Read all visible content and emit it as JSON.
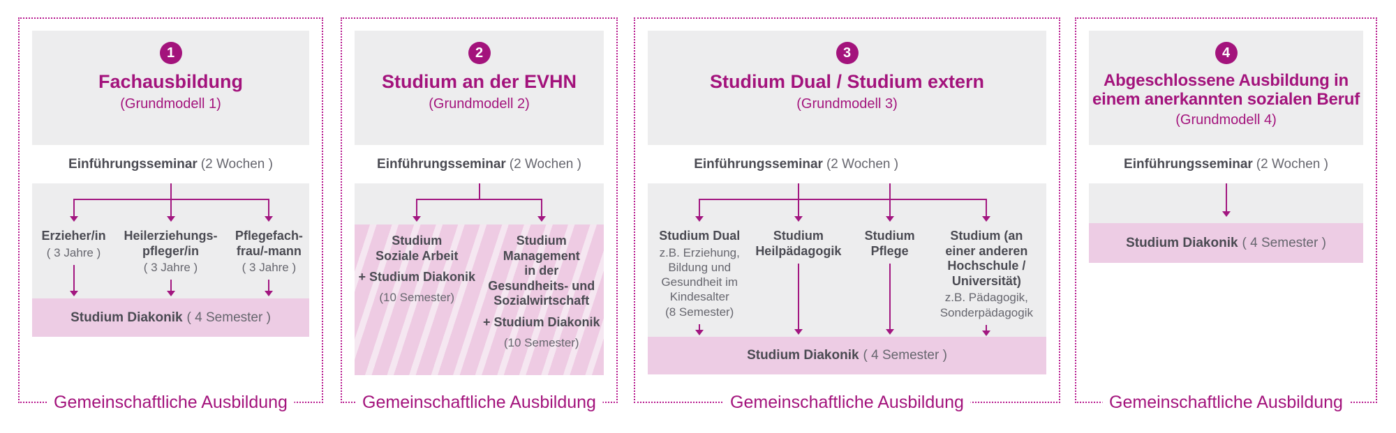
{
  "colors": {
    "accent": "#a3137c",
    "connector_line": "#a21680",
    "dotted_border": "#b6158c",
    "box_gray": "#ededee",
    "box_pink": "#edcce4",
    "stripe_dark": "#eecbe3",
    "stripe_light": "#f5e7f1",
    "text_dark": "#4a4a52",
    "text_muted": "#66666e"
  },
  "footer_label": "Gemeinschaftliche Ausbildung",
  "seminar": {
    "label": "Einführungsseminar",
    "note": "(2 Wochen )"
  },
  "panels": [
    {
      "number": "1",
      "title": "Fachausbildung",
      "subtitle": "(Grundmodell 1)",
      "branches": [
        {
          "name": "Erzieher/in",
          "note": "( 3 Jahre )"
        },
        {
          "name": "Heilerziehungs-\npfleger/in",
          "note": "( 3 Jahre )"
        },
        {
          "name": "Pflegefach-\nfrau/-mann",
          "note": "( 3 Jahre )"
        }
      ],
      "result": {
        "name": "Studium Diakonik",
        "note": "( 4 Semester )"
      }
    },
    {
      "number": "2",
      "title": "Studium an der EVHN",
      "subtitle": "(Grundmodell 2)",
      "columns": [
        {
          "program": "Studium\nSoziale Arbeit",
          "plus": "+ Studium Diakonik",
          "note": "(10 Semester)"
        },
        {
          "program": "Studium\nManagement\nin der\nGesundheits- und\nSozialwirtschaft",
          "plus": "+ Studium Diakonik",
          "note": "(10 Semester)"
        }
      ]
    },
    {
      "number": "3",
      "title": "Studium Dual / Studium extern",
      "subtitle": "(Grundmodell 3)",
      "branches": [
        {
          "name": "Studium Dual",
          "note": "z.B. Erziehung,\nBildung und\nGesundheit im\nKindesalter\n(8 Semester)"
        },
        {
          "name": "Studium\nHeilpädagogik",
          "note": ""
        },
        {
          "name": "Studium\nPflege",
          "note": ""
        },
        {
          "name": "Studium (an\neiner anderen\nHochschule /\nUniversität)",
          "note": "z.B. Pädagogik,\nSonderpädagogik"
        }
      ],
      "result": {
        "name": "Studium Diakonik",
        "note": "( 4 Semester )"
      }
    },
    {
      "number": "4",
      "title": "Abgeschlossene Ausbildung in\neinem anerkannten sozialen Beruf",
      "subtitle": "(Grundmodell 4)",
      "result": {
        "name": "Studium Diakonik",
        "note": "( 4 Semester )"
      }
    }
  ]
}
